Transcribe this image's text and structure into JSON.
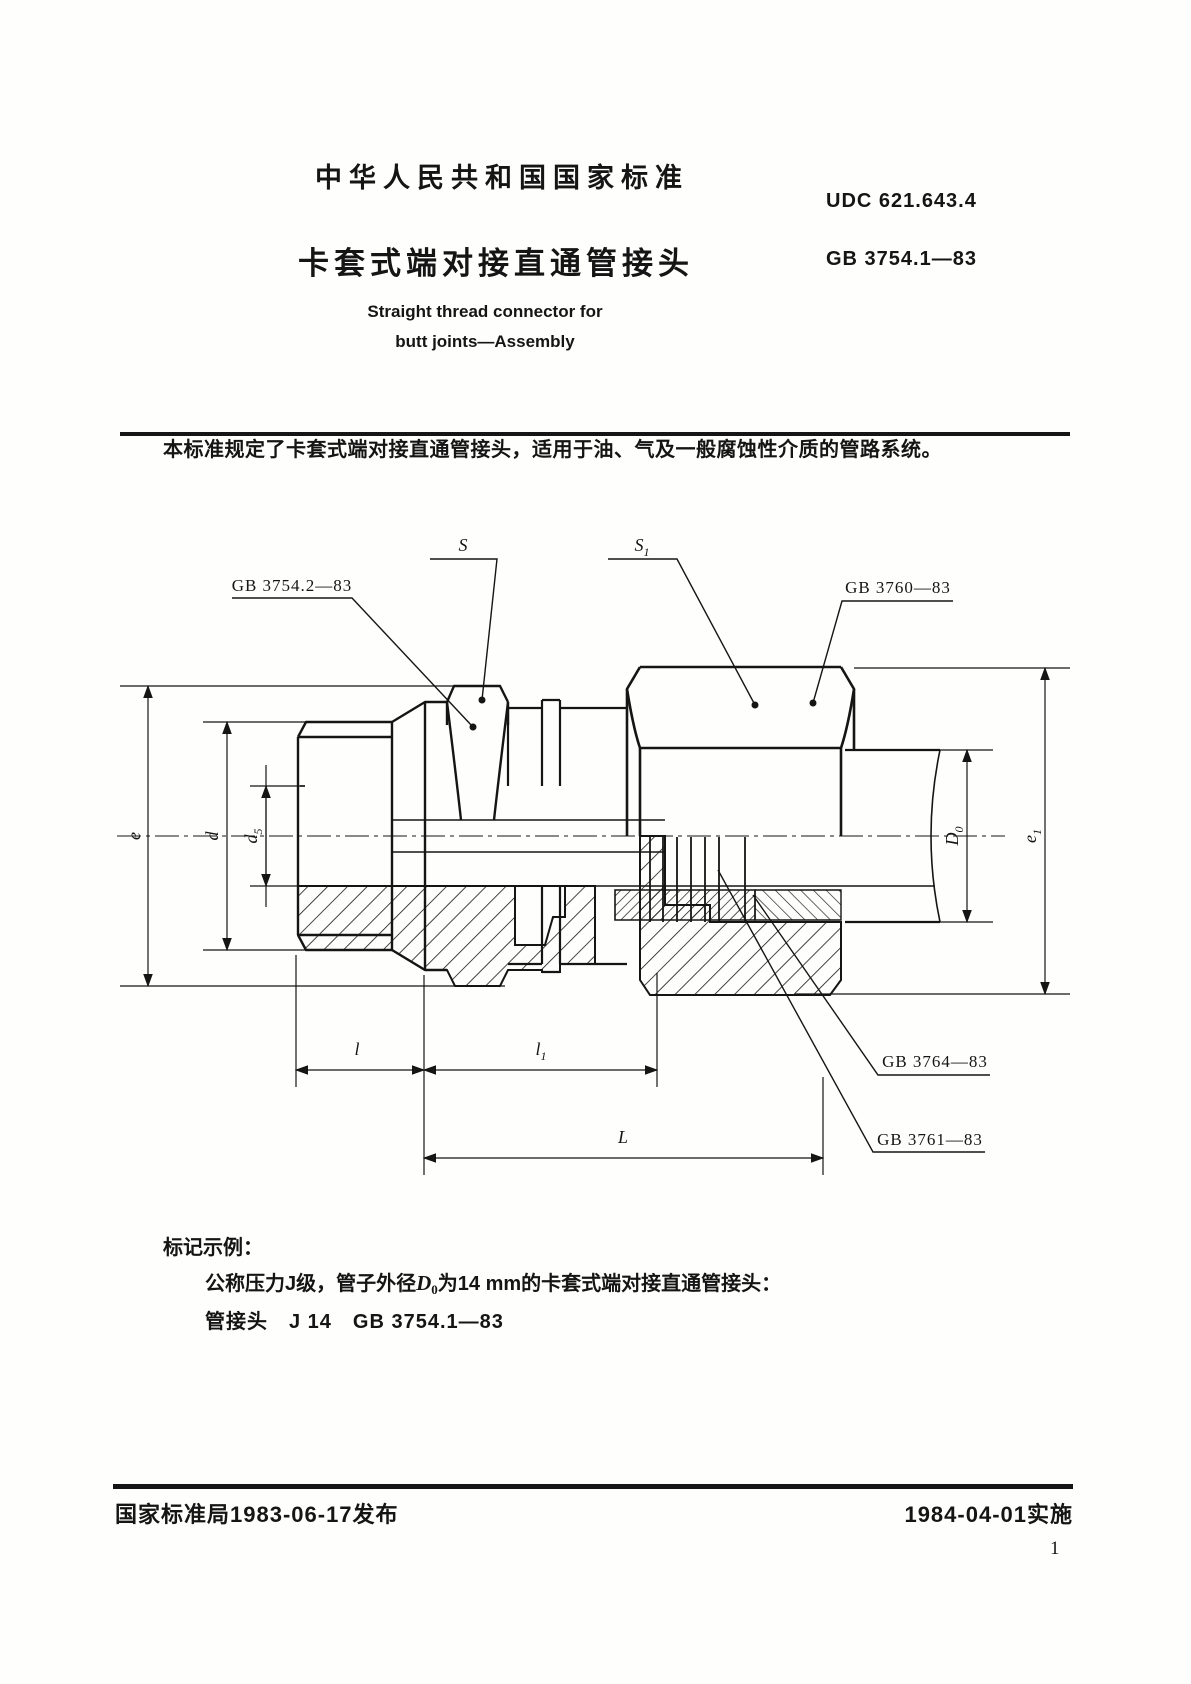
{
  "header": {
    "org": "中华人民共和国国家标准",
    "udc": "UDC  621.643.4",
    "title_zh": "卡套式端对接直通管接头",
    "std_no": "GB  3754.1—83",
    "title_en_line1": "Straight  thread  connector  for",
    "title_en_line2": "butt  joints—Assembly"
  },
  "intro": "本标准规定了卡套式端对接直通管接头，适用于油、气及一般腐蚀性介质的管路系统。",
  "drawing": {
    "callouts": {
      "top_left": "GB 3754.2—83",
      "top_right": "GB 3760—83",
      "bottom_upper": "GB 3764—83",
      "bottom_lower": "GB 3761—83"
    },
    "dim_labels": {
      "S": "S",
      "S1_main": "S",
      "S1_sub": "1",
      "e": "e",
      "d": "d",
      "d5_main": "d",
      "d5_sub": "5",
      "D0_main": "D",
      "D0_sub": "0",
      "e1_main": "e",
      "e1_sub": "1",
      "l": "l",
      "l1_main": "l",
      "l1_sub": "1",
      "L": "L"
    }
  },
  "example": {
    "heading": "标记示例：",
    "line1_prefix": "公称压力J级，管子外径",
    "line1_dim_main": "D",
    "line1_dim_sub": "0",
    "line1_suffix": "为14 mm的卡套式端对接直通管接头：",
    "line2": "管接头　J 14　GB 3754.1—83"
  },
  "footer": {
    "issued": "国家标准局1983-06-17发布",
    "implemented": "1984-04-01实施",
    "page_number": "1"
  }
}
